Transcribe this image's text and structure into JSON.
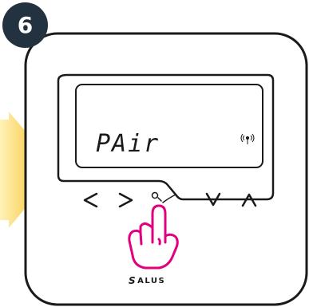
{
  "step": {
    "number": "6"
  },
  "lcd": {
    "text": "PAir",
    "signal_icon": "wireless-signal-icon"
  },
  "buttons": {
    "left": "left-arrow-button",
    "right": "right-arrow-button",
    "settings": "settings-button",
    "down": "down-arrow-button",
    "up": "up-arrow-button"
  },
  "brand": {
    "mark": "S",
    "name": "ALUS"
  },
  "colors": {
    "badge": "#233241",
    "frame": "#1a1a1a",
    "hand": "#e3007e",
    "arrow_from": "#fff2b8",
    "arrow_to": "#f6b000"
  }
}
